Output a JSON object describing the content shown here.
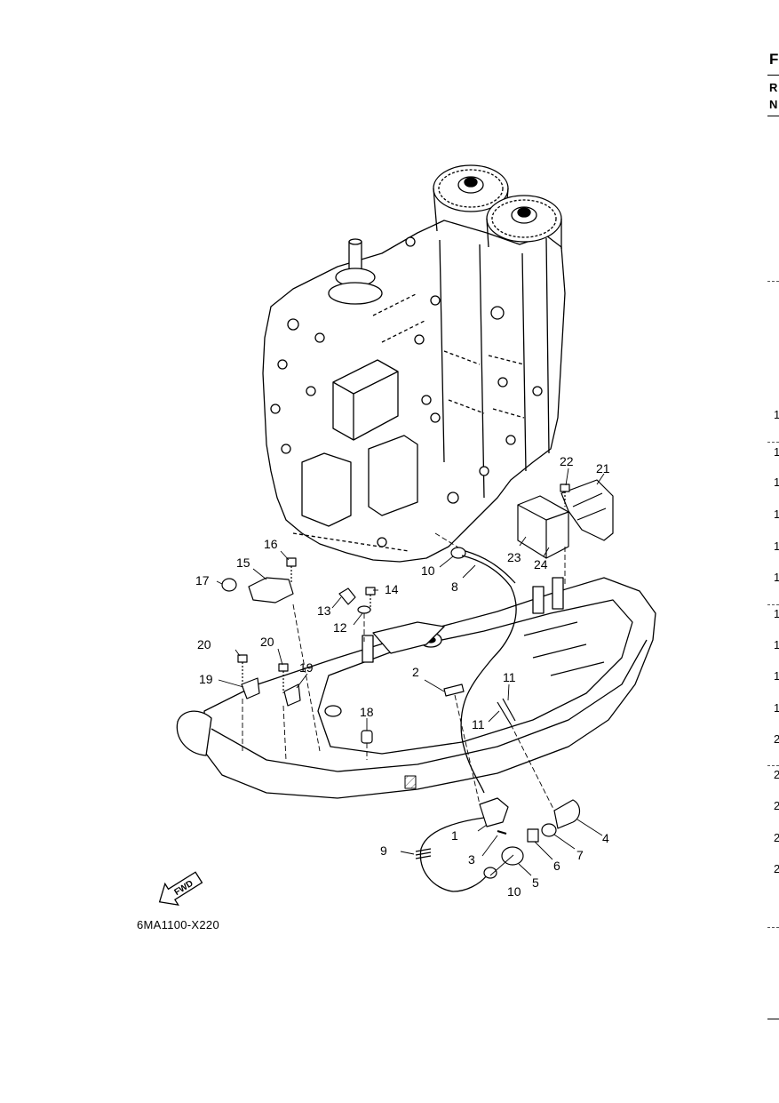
{
  "diagram": {
    "reference_code": "6MA1100-X220",
    "direction_label": "FWD",
    "callouts": [
      {
        "id": "c1",
        "label": "1"
      },
      {
        "id": "c2",
        "label": "2"
      },
      {
        "id": "c3",
        "label": "3"
      },
      {
        "id": "c4",
        "label": "4"
      },
      {
        "id": "c5",
        "label": "5"
      },
      {
        "id": "c6",
        "label": "6"
      },
      {
        "id": "c7",
        "label": "7"
      },
      {
        "id": "c8",
        "label": "8"
      },
      {
        "id": "c9",
        "label": "9"
      },
      {
        "id": "c10a",
        "label": "10"
      },
      {
        "id": "c10b",
        "label": "10"
      },
      {
        "id": "c11a",
        "label": "11"
      },
      {
        "id": "c11b",
        "label": "11"
      },
      {
        "id": "c12",
        "label": "12"
      },
      {
        "id": "c13",
        "label": "13"
      },
      {
        "id": "c14",
        "label": "14"
      },
      {
        "id": "c15",
        "label": "15"
      },
      {
        "id": "c16",
        "label": "16"
      },
      {
        "id": "c17",
        "label": "17"
      },
      {
        "id": "c18",
        "label": "18"
      },
      {
        "id": "c19a",
        "label": "19"
      },
      {
        "id": "c19b",
        "label": "19"
      },
      {
        "id": "c20a",
        "label": "20"
      },
      {
        "id": "c20b",
        "label": "20"
      },
      {
        "id": "c21",
        "label": "21"
      },
      {
        "id": "c22",
        "label": "22"
      },
      {
        "id": "c23",
        "label": "23"
      },
      {
        "id": "c24",
        "label": "24"
      }
    ]
  },
  "right_edge": {
    "header_chars": [
      "F",
      "R",
      "N"
    ],
    "row_numbers": [
      "1",
      "1",
      "1",
      "1",
      "1",
      "1",
      "1",
      "1",
      "1",
      "1",
      "2",
      "2",
      "2",
      "2",
      "2"
    ]
  }
}
